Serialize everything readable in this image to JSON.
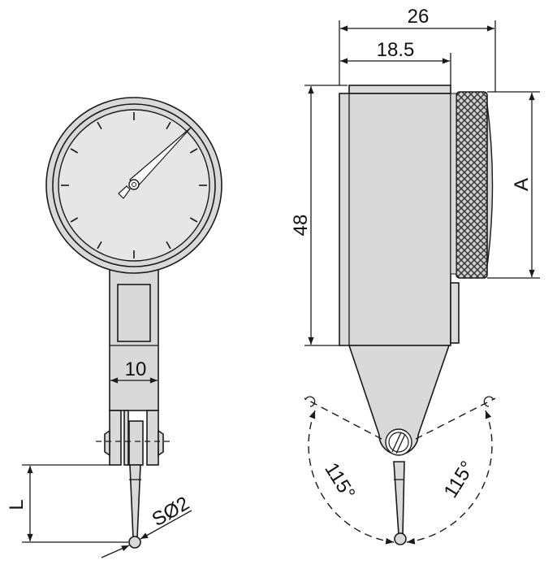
{
  "front_view": {
    "width_label": "10",
    "length_label": "L",
    "ball_label": "SØ2"
  },
  "side_view": {
    "overall_depth_label": "26",
    "body_depth_label": "18.5",
    "height_label": "48",
    "knob_label": "A",
    "angle_left_label": "115°",
    "angle_right_label": "115°"
  },
  "colors": {
    "body": "#d9d9d9",
    "face": "#e6e6e6",
    "line": "#1a1a1a"
  }
}
